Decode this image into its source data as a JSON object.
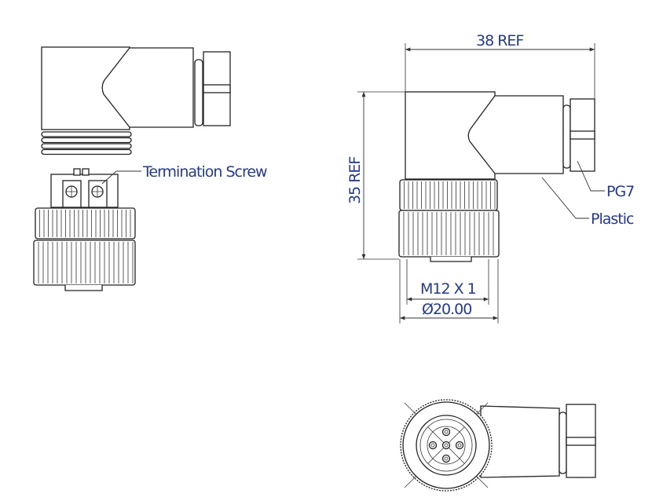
{
  "labels": {
    "termination_screw": "Termination Screw",
    "width_ref": "38 REF",
    "height_ref": "35 REF",
    "cable_gland": "PG7",
    "material": "Plastic",
    "thread": "M12 X 1",
    "diameter": "Ø20.00"
  },
  "colors": {
    "label_text": "#243a8a",
    "line": "#222222"
  }
}
